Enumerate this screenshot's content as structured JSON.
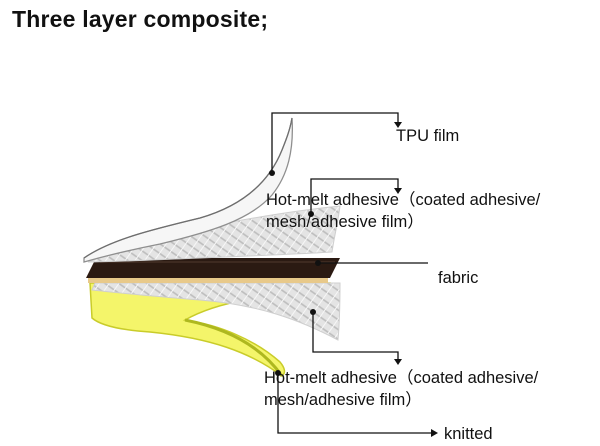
{
  "title": "Three layer composite;",
  "labels": {
    "tpu_film": "TPU film",
    "hot_melt_top_line1": "Hot-melt adhesive（coated adhesive/",
    "hot_melt_top_line2": "mesh/adhesive film）",
    "fabric": "fabric",
    "hot_melt_bottom_line1": "Hot-melt adhesive（coated adhesive/",
    "hot_melt_bottom_line2": "mesh/adhesive film）",
    "knitted": "knitted"
  },
  "colors": {
    "fabric": "#2b1a12",
    "knitted": "#f4f56a",
    "knitted_edge": "#c9cc2a",
    "adhesive_tan": "#e8c98a",
    "mesh": "#d9d9d9",
    "tpu_edge": "#9a9a9a",
    "leader": "#111111"
  }
}
